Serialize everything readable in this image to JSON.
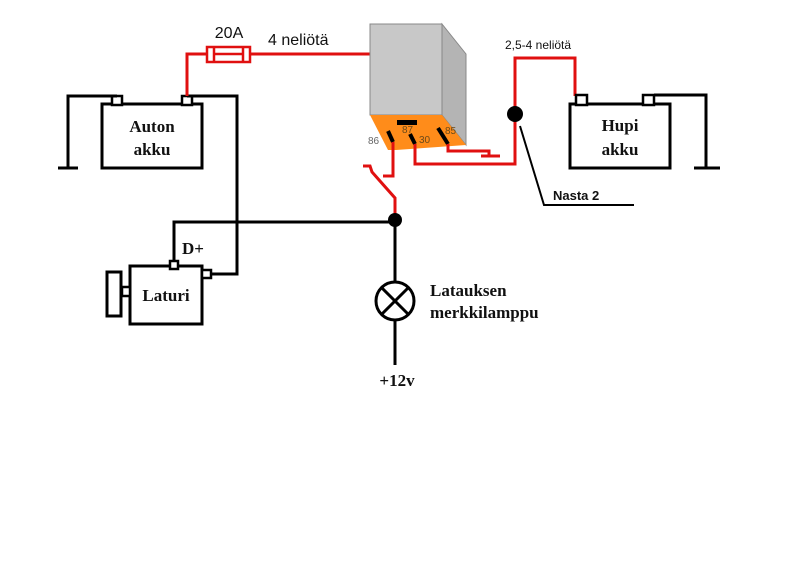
{
  "diagram": {
    "type": "wiring-schematic",
    "colors": {
      "main_wire": "#e01010",
      "ground_wire": "#000000",
      "relay_body": "#c8c8c8",
      "relay_side": "#b4b4b4",
      "relay_base": "#ff8c1a"
    },
    "labels": {
      "fuse_rating": "20A",
      "wire_gauge_main": "4 neliötä",
      "wire_gauge_aux": "2,5-4 neliötä",
      "car_battery_line1": "Auton",
      "car_battery_line2": "akku",
      "aux_battery_line1": "Hupi",
      "aux_battery_line2": "akku",
      "alternator": "Laturi",
      "alternator_terminal": "D+",
      "pin_label": "Nasta 2",
      "lamp_line1": "Latauksen",
      "lamp_line2": "merkkilamppu",
      "supply": "+12v"
    },
    "relay_pins": {
      "p87": "87",
      "p86": "86",
      "p30": "30",
      "p85": "85"
    },
    "components": [
      {
        "id": "car-battery",
        "name": "Auton akku"
      },
      {
        "id": "fuse",
        "rating": "20A"
      },
      {
        "id": "relay",
        "pins": [
          "86",
          "87",
          "30",
          "85"
        ]
      },
      {
        "id": "aux-battery",
        "name": "Hupi akku"
      },
      {
        "id": "alternator",
        "name": "Laturi",
        "terminal": "D+"
      },
      {
        "id": "charge-lamp",
        "name": "Latauksen merkkilamppu"
      },
      {
        "id": "supply",
        "name": "+12v"
      }
    ]
  }
}
